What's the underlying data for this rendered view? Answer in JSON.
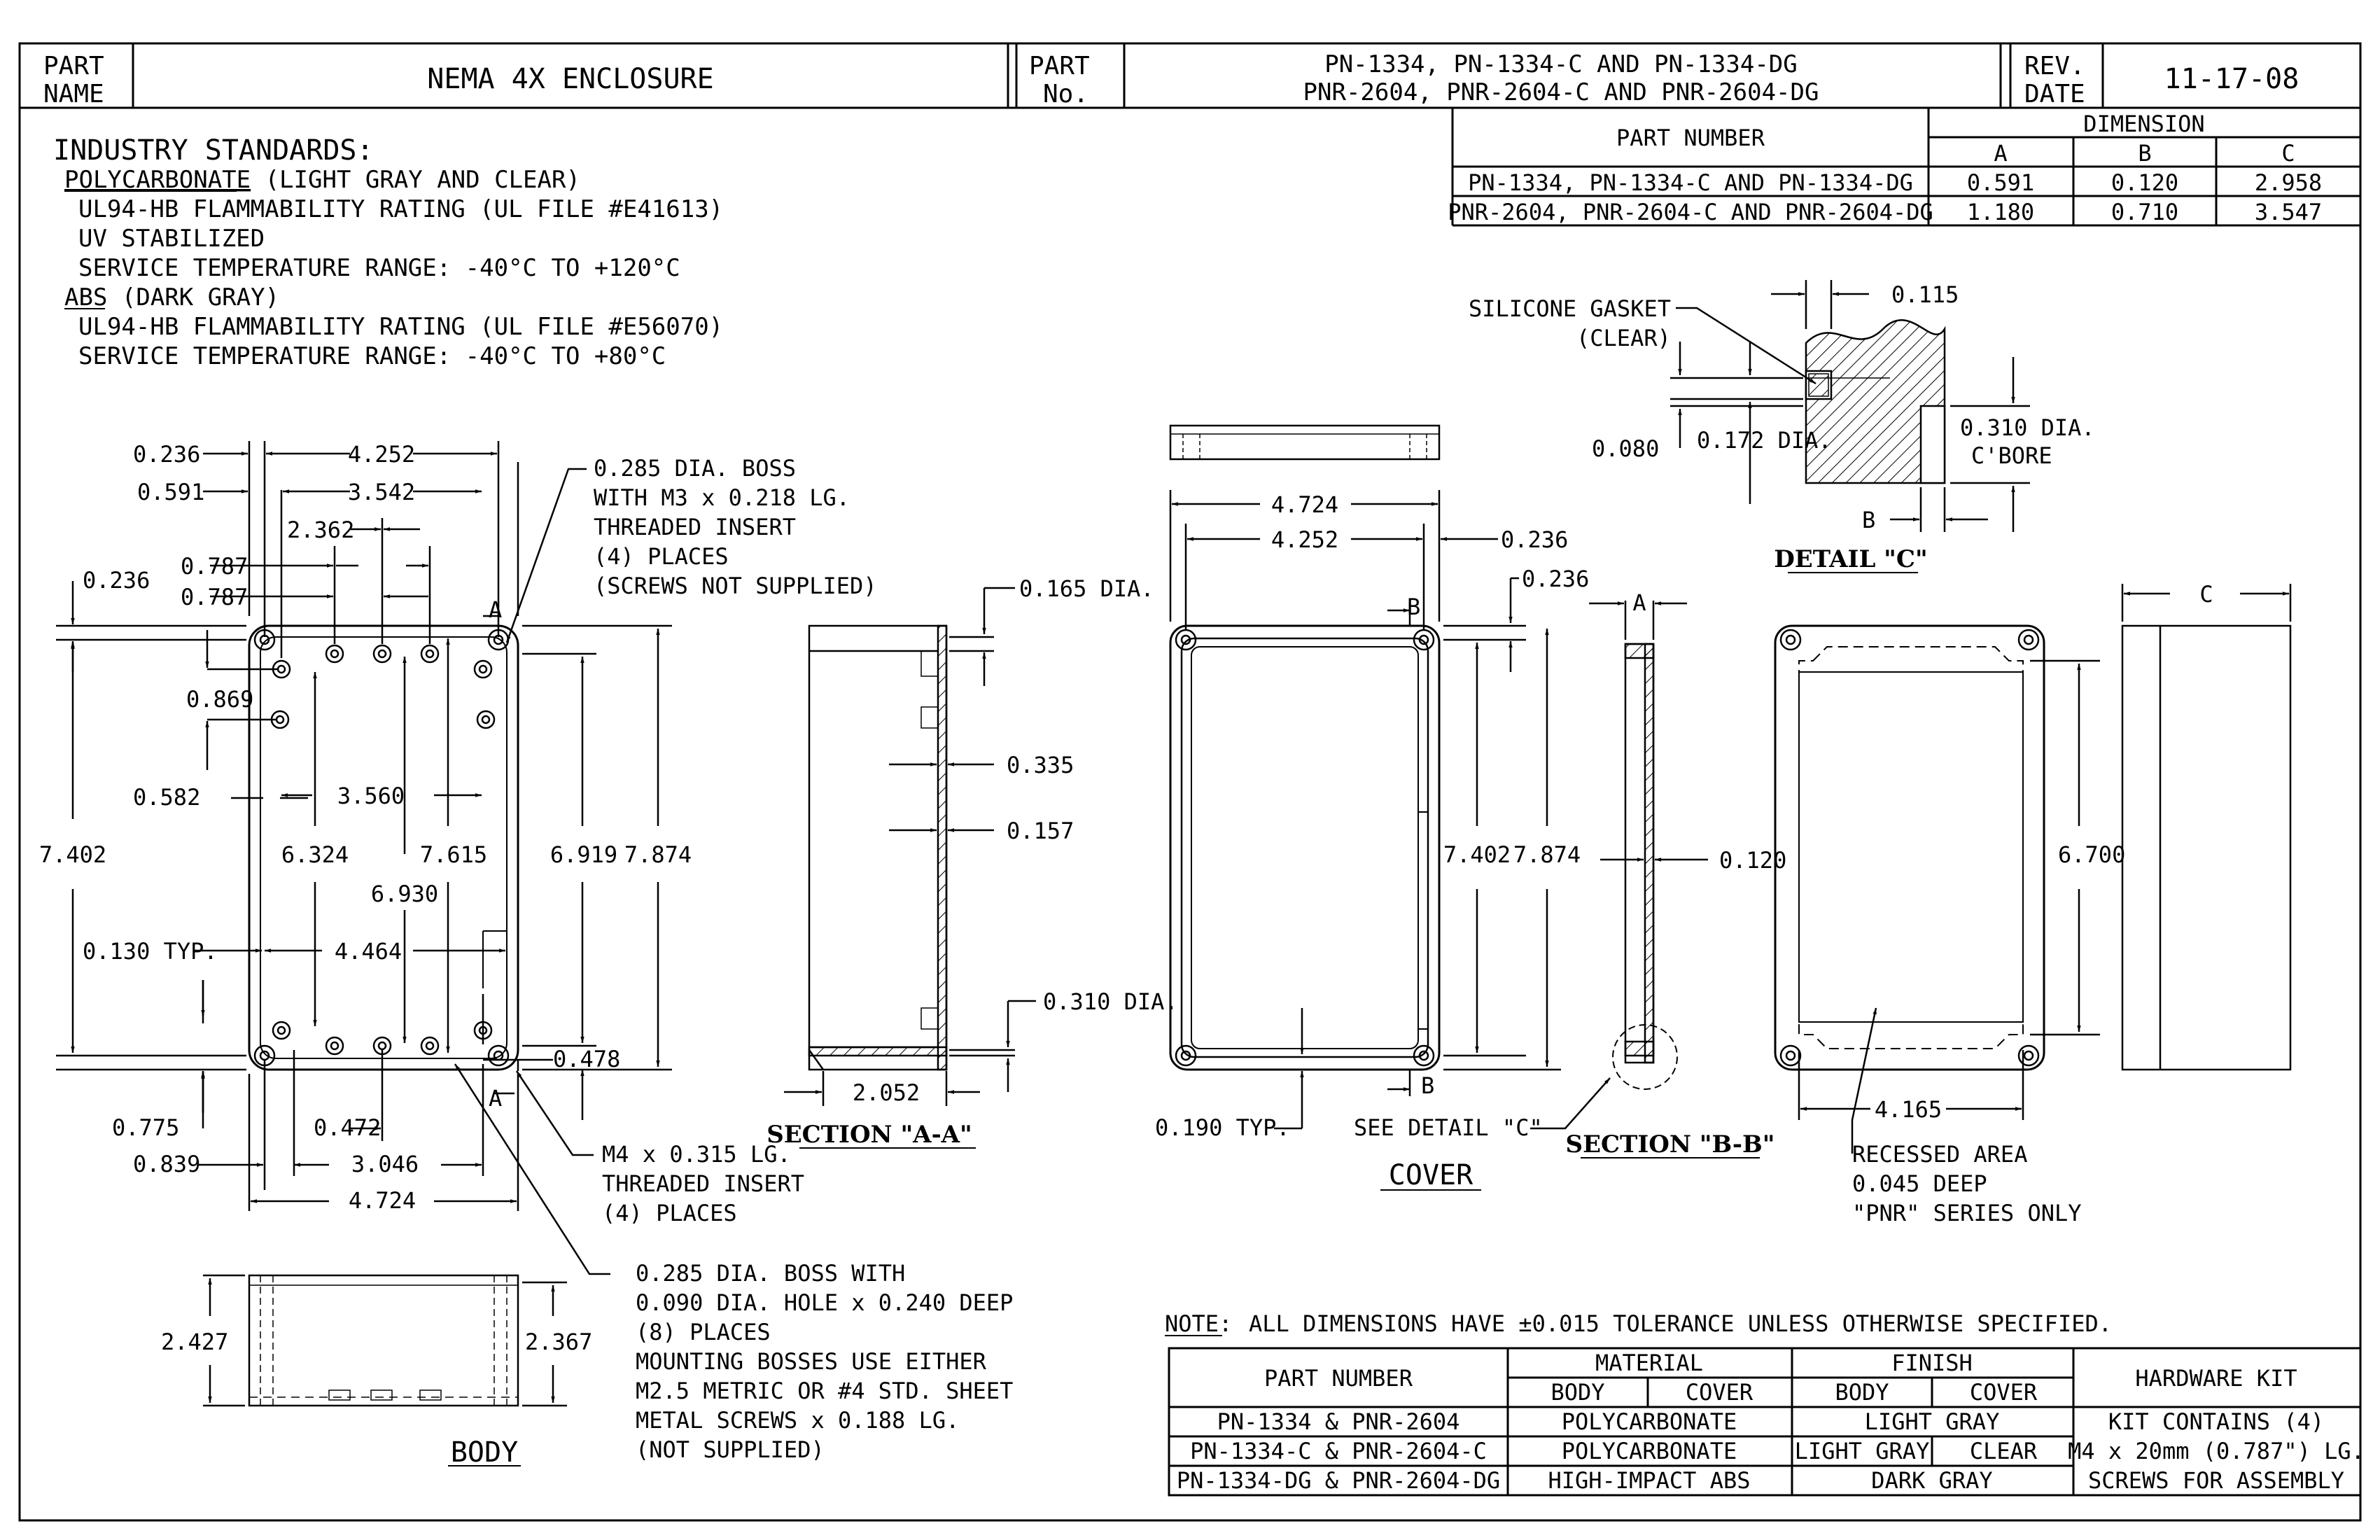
{
  "title_block": {
    "part_label": "PART",
    "name_label": "NAME",
    "part_name": "NEMA 4X ENCLOSURE",
    "no_label": "No.",
    "part_numbers_line1": "PN-1334,  PN-1334-C  AND  PN-1334-DG",
    "part_numbers_line2": "PNR-2604,  PNR-2604-C  AND  PNR-2604-DG",
    "rev_label": "REV.",
    "date_label": "DATE",
    "rev_date": "11-17-08"
  },
  "dimension_table": {
    "part_number_header": "PART NUMBER",
    "dimension_header": "DIMENSION",
    "col_a": "A",
    "col_b": "B",
    "col_c": "C",
    "rows": [
      {
        "part": "PN-1334, PN-1334-C AND PN-1334-DG",
        "a": "0.591",
        "b": "0.120",
        "c": "2.958"
      },
      {
        "part": "PNR-2604, PNR-2604-C AND PNR-2604-DG",
        "a": "1.180",
        "b": "0.710",
        "c": "3.547"
      }
    ]
  },
  "standards": {
    "heading": "INDUSTRY STANDARDS:",
    "polycarbonate_label": "POLYCARBONATE",
    "polycarbonate_rest": " (LIGHT GRAY AND CLEAR)",
    "pc_line1": "UL94-HB FLAMMABILITY RATING (UL FILE #E41613)",
    "pc_line2": "UV STABILIZED",
    "pc_line3": "SERVICE TEMPERATURE RANGE:  -40°C TO +120°C",
    "abs_label": "ABS",
    "abs_rest": " (DARK GRAY)",
    "abs_line1": "UL94-HB FLAMMABILITY RATING (UL FILE #E56070)",
    "abs_line2": "SERVICE TEMPERATURE RANGE:  -40°C TO +80°C"
  },
  "body_view": {
    "d_0236_top": "0.236",
    "d_4252": "4.252",
    "d_0591": "0.591",
    "d_3542": "3.542",
    "d_2362": "2.362",
    "d_0236_left": "0.236",
    "d_0787_a": "0.787",
    "d_0787_b": "0.787",
    "d_0869": "0.869",
    "d_0582": "0.582",
    "d_3560": "3.560",
    "d_7402": "7.402",
    "d_6324": "6.324",
    "d_7615": "7.615",
    "d_6919": "6.919",
    "d_7874": "7.874",
    "d_6930": "6.930",
    "d_0130": "0.130 TYP.",
    "d_4464": "4.464",
    "d_0478": "0.478",
    "d_0775": "0.775",
    "d_0472": "0.472",
    "d_0839": "0.839",
    "d_3046": "3.046",
    "d_4724": "4.724",
    "sec_a": "A",
    "boss_note": [
      "0.285 DIA. BOSS",
      "WITH M3 x 0.218 LG.",
      "THREADED INSERT",
      "(4) PLACES",
      "(SCREWS NOT SUPPLIED)"
    ],
    "insert_note": [
      "M4 x 0.315 LG.",
      "THREADED INSERT",
      "(4) PLACES"
    ],
    "mount_note": [
      "0.285 DIA. BOSS WITH",
      "0.090 DIA. HOLE x 0.240 DEEP",
      "(8) PLACES",
      "MOUNTING BOSSES USE EITHER",
      "M2.5 METRIC OR #4 STD. SHEET",
      "METAL SCREWS x 0.188 LG.",
      "(NOT SUPPLIED)"
    ],
    "side_2427": "2.427",
    "side_2367": "2.367",
    "label": "BODY"
  },
  "section_aa": {
    "d_0165": "0.165 DIA.",
    "d_0335": "0.335",
    "d_0157": "0.157",
    "d_0310": "0.310 DIA.",
    "d_2052": "2.052",
    "label": "SECTION \"A-A\""
  },
  "cover_view": {
    "d_4724": "4.724",
    "d_4252": "4.252",
    "d_0236_a": "0.236",
    "d_0236_b": "0.236",
    "d_7402": "7.402",
    "d_7874": "7.874",
    "d_0190": "0.190 TYP.",
    "see_detail": "SEE DETAIL \"C\"",
    "sec_b": "B",
    "label": "COVER"
  },
  "section_bb": {
    "d_a": "A",
    "d_0120": "0.120",
    "label": "SECTION \"B-B\""
  },
  "detail_c": {
    "gasket_line1": "SILICONE GASKET",
    "gasket_line2": "(CLEAR)",
    "d_0115": "0.115",
    "d_0080": "0.080",
    "d_0172": "0.172 DIA.",
    "d_0310_1": "0.310 DIA.",
    "d_0310_2": "C'BORE",
    "d_b": "B",
    "label": "DETAIL \"C\""
  },
  "recess_view": {
    "d_6700": "6.700",
    "d_4165": "4.165",
    "note": [
      "RECESSED AREA",
      "0.045 DEEP",
      "\"PNR\" SERIES ONLY"
    ],
    "d_c": "C"
  },
  "note": {
    "label": "NOTE:",
    "text": "ALL DIMENSIONS HAVE ±0.015 TOLERANCE UNLESS OTHERWISE SPECIFIED."
  },
  "material_table": {
    "part_number_header": "PART NUMBER",
    "material_header": "MATERIAL",
    "finish_header": "FINISH",
    "hardware_header": "HARDWARE KIT",
    "body": "BODY",
    "cover": "COVER",
    "rows": [
      {
        "part": "PN-1334 & PNR-2604",
        "material": "POLYCARBONATE",
        "finish": "LIGHT GRAY"
      },
      {
        "part": "PN-1334-C & PNR-2604-C",
        "material": "POLYCARBONATE",
        "finish_body": "LIGHT GRAY",
        "finish_cover": "CLEAR"
      },
      {
        "part": "PN-1334-DG & PNR-2604-DG",
        "material": "HIGH-IMPACT ABS",
        "finish": "DARK GRAY"
      }
    ],
    "hardware_lines": [
      "KIT CONTAINS (4)",
      "M4 x 20mm (0.787\") LG.",
      "SCREWS FOR ASSEMBLY"
    ]
  }
}
